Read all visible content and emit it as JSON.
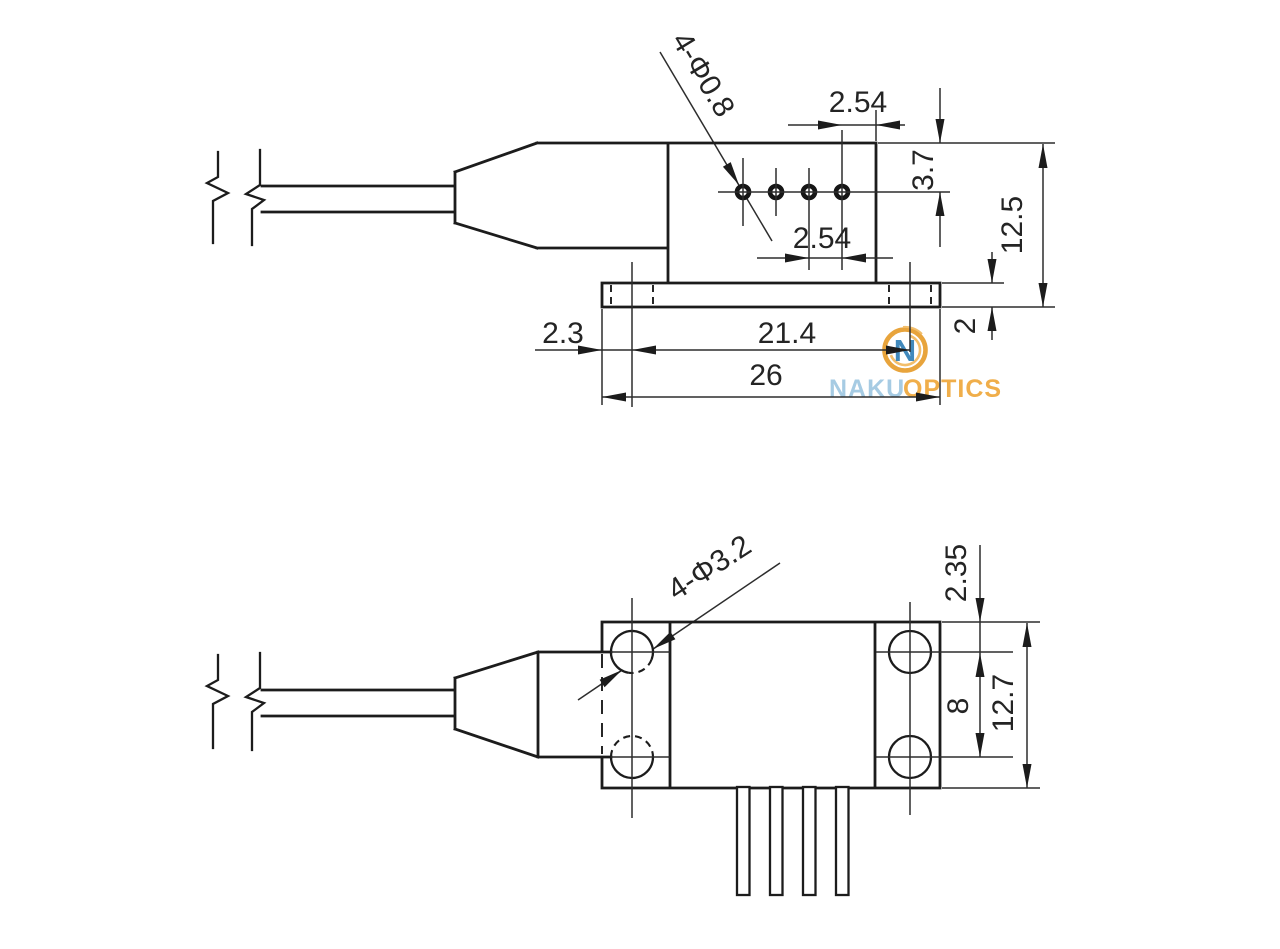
{
  "drawing": {
    "description": "Outline drawing of fiber-pigtailed laser diode package, two orthographic views",
    "side_view": {
      "pin_hole_callout": "4-Φ0.8",
      "pin_pitch_top": "2.54",
      "pin_row_offset": "3.7",
      "overall_height": "12.5",
      "pin_pitch_bottom": "2.54",
      "flange_edge_to_hole": "2.3",
      "mount_hole_span": "21.4",
      "flange_length": "26",
      "flange_thickness": "2"
    },
    "top_view": {
      "mount_hole_callout": "4-Φ3.2",
      "edge_to_hole_center": "2.35",
      "mount_hole_row_span": "8",
      "flange_width": "12.7"
    }
  },
  "watermark": {
    "monogram": "N",
    "brand_first": "NAKU",
    "brand_second": "OPTICS",
    "ring_color": "#E8A43C",
    "ring_inner_color": "#F2BE6B",
    "monogram_color": "#4189BC",
    "brand_first_color": "#A6CBE3",
    "brand_second_color": "#F0AE4A"
  }
}
